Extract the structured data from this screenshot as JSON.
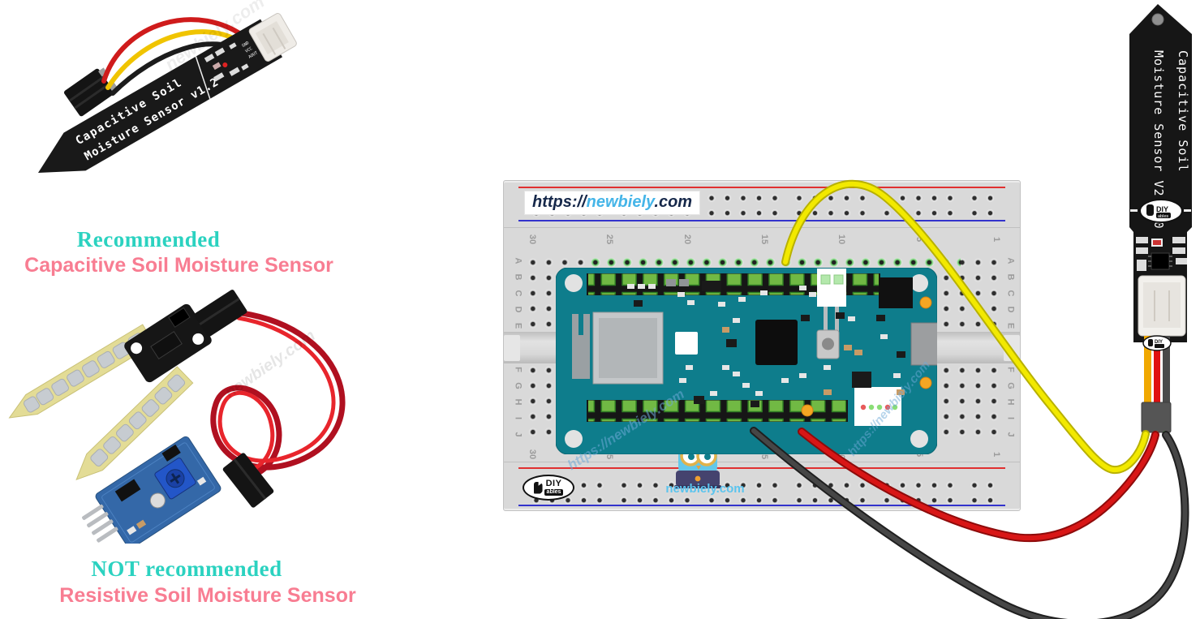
{
  "left_panel": {
    "recommended": {
      "title": "Recommended",
      "subtitle": "Capacitive Soil Moisture Sensor"
    },
    "not_recommended": {
      "title": "NOT recommended",
      "subtitle": "Resistive Soil Moisture Sensor"
    },
    "colors": {
      "title_teal": "#2BD2C0",
      "subtitle_pink": "#F87D92"
    }
  },
  "photo1": {
    "board_line1": "Capacitive Soil",
    "board_line2": "Moisture Sensor v1.2",
    "pin_labels": [
      "GND",
      "VCC",
      "AOUT"
    ]
  },
  "breadboard": {
    "site_label": {
      "prefix": "https://",
      "brand": "newbiely",
      "suffix": ".com"
    },
    "column_numbers": [
      "30",
      "25",
      "20",
      "15",
      "10",
      "5",
      "1"
    ],
    "row_letters_top": [
      "A",
      "B",
      "C",
      "D",
      "E"
    ],
    "row_letters_bottom": [
      "F",
      "G",
      "H",
      "I",
      "J"
    ],
    "mascot_caption": "newbiely.com"
  },
  "logo": {
    "line1": "DIY",
    "line2": "ables"
  },
  "sensor_right": {
    "label_line1": "Capacitive Soil",
    "label_line2": "Moisture Sensor V2.0.0"
  },
  "watermarks": {
    "url": "https://newbiely.com",
    "site": "newbiely.com"
  },
  "wires": {
    "signal": "#f2e900",
    "power": "#cf1414",
    "ground": "#3f3f3f"
  }
}
